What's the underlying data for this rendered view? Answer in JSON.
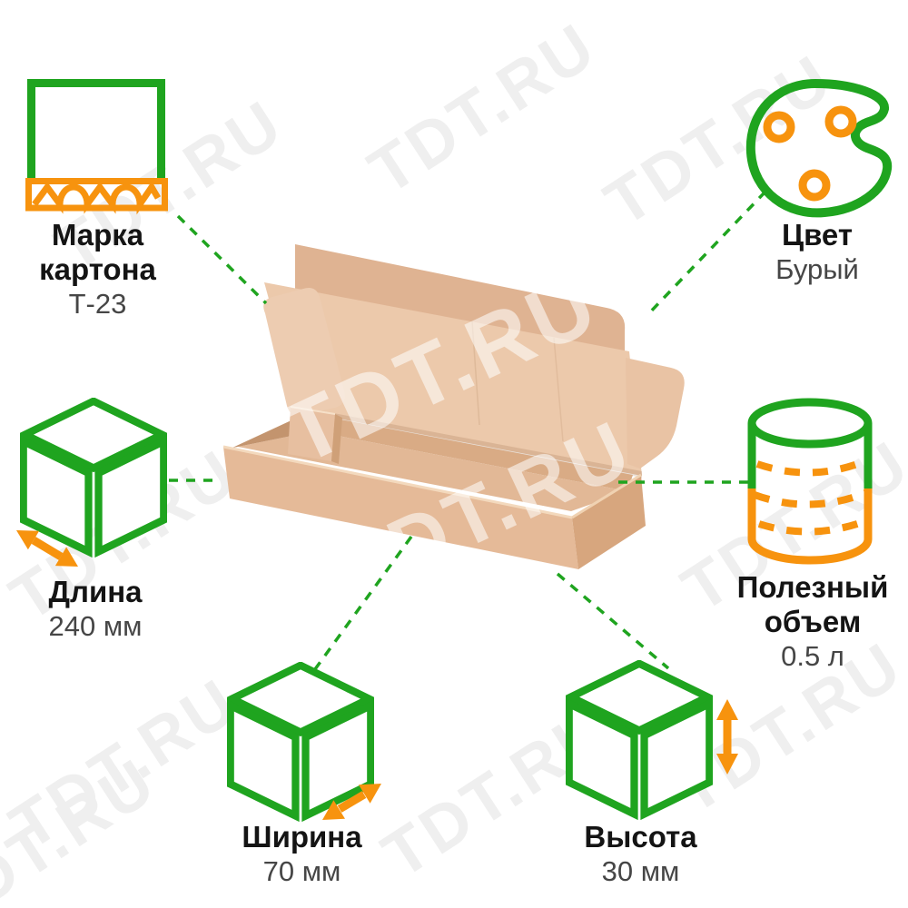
{
  "watermark": {
    "text": "TDT.RU"
  },
  "colors": {
    "accent_green": "#1FA41F",
    "accent_orange": "#F7930E",
    "title_text": "#141414",
    "value_text": "#464646",
    "kraft_light": "#ECC9AB",
    "kraft_dark": "#C3946E",
    "background": "#FFFFFF"
  },
  "features": [
    {
      "id": "cardboard-grade",
      "label": "Марка картона",
      "value": "Т-23",
      "icon": "corrugated-cardboard-icon"
    },
    {
      "id": "color",
      "label": "Цвет",
      "value": "Бурый",
      "icon": "palette-icon"
    },
    {
      "id": "length",
      "label": "Длина",
      "value": "240 мм",
      "icon": "length-cube-icon"
    },
    {
      "id": "useful-volume",
      "label": "Полезный объем",
      "value": "0.5 л",
      "icon": "volume-cylinder-icon"
    },
    {
      "id": "width",
      "label": "Ширина",
      "value": "70 мм",
      "icon": "width-cube-icon"
    },
    {
      "id": "height",
      "label": "Высота",
      "value": "30 мм",
      "icon": "height-cube-icon"
    }
  ]
}
